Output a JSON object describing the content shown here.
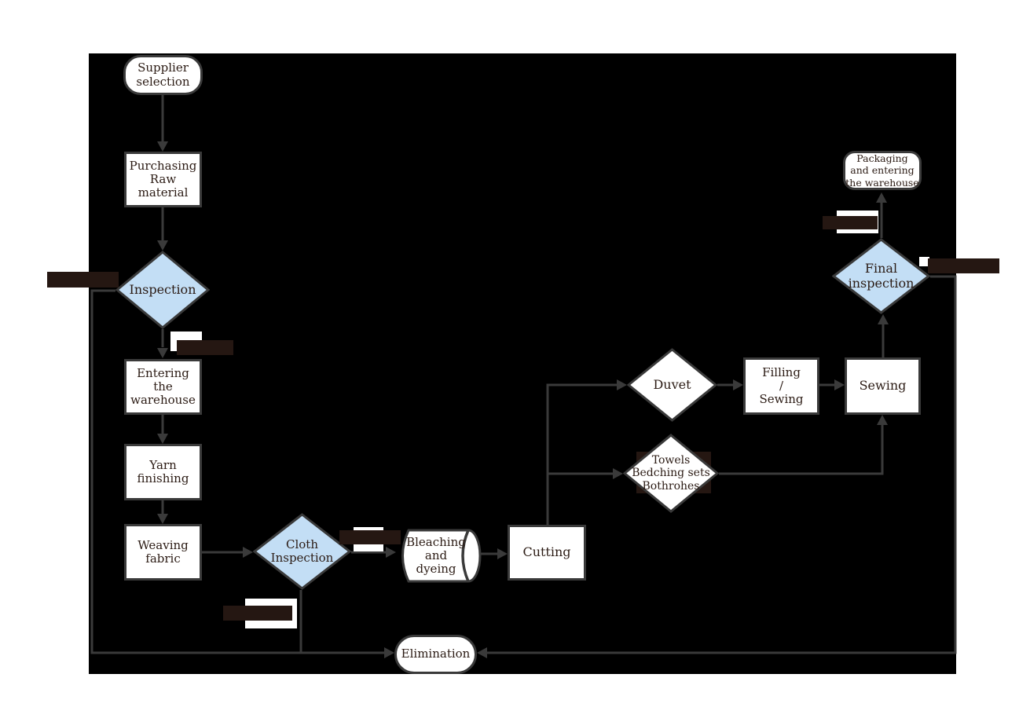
{
  "diagram": {
    "nodes": {
      "supplier": {
        "label": "Supplier\nselection"
      },
      "purchasing": {
        "label": "Purchasing\nRaw\nmaterial"
      },
      "inspection": {
        "label": "Inspection"
      },
      "entering": {
        "label": "Entering\nthe\nwarehouse"
      },
      "yarn": {
        "label": "Yarn\nfinishing"
      },
      "weaving": {
        "label": "Weaving\nfabric"
      },
      "cloth_inspection": {
        "label": "Cloth\nInspection"
      },
      "bleaching": {
        "label": "Bleaching\nand\ndyeing"
      },
      "cutting": {
        "label": "Cutting"
      },
      "duvet": {
        "label": "Duvet"
      },
      "towels": {
        "label": "Towels\nBedching sets\nBothrohes"
      },
      "filling": {
        "label": "Filling\n/\nSewing"
      },
      "sewing": {
        "label": "Sewing"
      },
      "final_inspection": {
        "label": "Final\ninspection"
      },
      "packaging": {
        "label": "Packaging\nand entering\nthe warehouse"
      },
      "elimination": {
        "label": "Elimination"
      }
    },
    "colors": {
      "page_margin": "#ffffff",
      "canvas_background": "#000000",
      "shape_fill": "#ffffff",
      "decision_fill": "#c3def5",
      "line_and_border": "#3a3a3a",
      "text": "#2b1b14",
      "redacted_label": "#251712"
    },
    "edges": [
      "supplier -> purchasing",
      "purchasing -> inspection",
      "inspection -> entering (label obscured)",
      "inspection -> elimination (label obscured)",
      "entering -> yarn",
      "yarn -> weaving",
      "weaving -> cloth_inspection",
      "cloth_inspection -> bleaching (label obscured)",
      "cloth_inspection -> elimination (label obscured)",
      "bleaching -> cutting",
      "cutting -> duvet",
      "cutting -> towels",
      "duvet -> filling",
      "filling -> sewing",
      "towels -> sewing",
      "sewing -> final_inspection",
      "final_inspection -> packaging (label obscured)",
      "final_inspection -> elimination (label obscured)"
    ]
  }
}
